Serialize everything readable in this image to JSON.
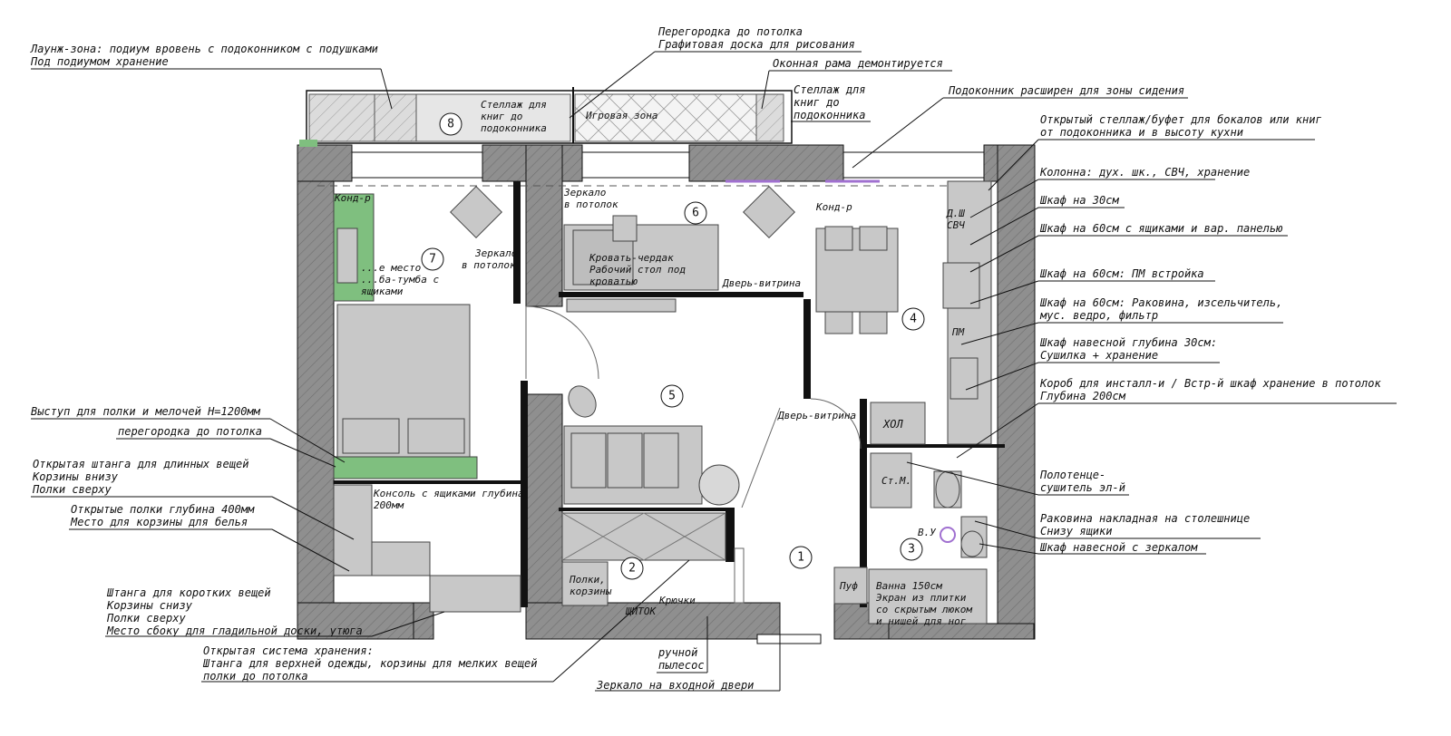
{
  "colors": {
    "wall": "#8f8f8f",
    "furniture": "#c8c8c8",
    "green_accent": "#7fbf7f",
    "purple_accent": "#a070d0",
    "line": "#111111"
  },
  "rooms": [
    {
      "id": "1",
      "label": "1"
    },
    {
      "id": "2",
      "label": "2"
    },
    {
      "id": "3",
      "label": "3"
    },
    {
      "id": "4",
      "label": "4"
    },
    {
      "id": "5",
      "label": "5"
    },
    {
      "id": "6",
      "label": "6"
    },
    {
      "id": "7",
      "label": "7"
    },
    {
      "id": "8",
      "label": "8"
    }
  ],
  "callouts": {
    "lounge": [
      "Лаунж-зона: подиум вровень с подоконником с подушками",
      "Под подиумом хранение"
    ],
    "partition_board": [
      "Перегородка до потолка",
      "Графитовая доска для рисования"
    ],
    "window_frame": "Оконная рама демонтируется",
    "shelf_window": [
      "Стеллаж для",
      "книг до",
      "подоконника"
    ],
    "sill": "Подоконник расширен для зоны сидения",
    "open_rack": [
      "Открытый стеллаж/буфет для бокалов или книг",
      "от подоконника и в высоту кухни"
    ],
    "column": "Колонна: дух. шк., СВЧ, хранение",
    "cab30": "Шкаф на 30см",
    "cab60_drawers": "Шкаф на 60см с ящиками и вар. панелью",
    "cab60_dw": "Шкаф на 60см: ПМ встройка",
    "cab60_sink": [
      "Шкаф на 60см: Раковина, изсельчитель,",
      "мус. ведро, фильтр"
    ],
    "cab_wall": [
      "Шкаф навесной глубина 30см:",
      "Сушилка + хранение"
    ],
    "box_install": [
      "Короб для инсталл-и / Встр-й шкаф хранение в потолок",
      "Глубина 200см"
    ],
    "towel": [
      "Полотенце-",
      "сушитель эл-й"
    ],
    "sink_counter": [
      "Раковина накладная на столешнице",
      "Снизу ящики"
    ],
    "mirror_cab": "Шкаф навесной с зеркалом",
    "ledge": "Выступ для полки и мелочей H=1200мм",
    "partition_ceiling": "перегородка до потолка",
    "open_rod": [
      "Открытая штанга для длинных вещей",
      "Корзины внизу",
      "Полки сверху"
    ],
    "open_shelves": [
      "Открытые полки глубина 400мм",
      "Место для корзины для белья"
    ],
    "short_rod": [
      "Штанга для коротких вещей",
      "Корзины снизу",
      "Полки сверху",
      "Место сбоку для гладильной доски, утюга"
    ],
    "open_storage": [
      "Открытая система хранения:",
      "Штанга для верхней одежды, корзины для мелких вещей",
      "полки до потолка"
    ],
    "vacuum": [
      "ручной",
      "пылесос"
    ],
    "door_mirror": "Зеркало на входной двери"
  },
  "room_labels": {
    "shelf_books": [
      "Стеллаж для",
      "книг до",
      "подоконника"
    ],
    "play_zone": "Игровая зона",
    "kond_left": "Конд-р",
    "kond_right": "Конд-р",
    "mirror_ceiling_7": [
      "Зеркало",
      "в потолок"
    ],
    "mirror_ceiling_6": [
      "Зеркало",
      "в потолок"
    ],
    "workplace": [
      "...е место",
      "...ба-тумба с",
      "ящиками"
    ],
    "loft_bed": [
      "Кровать-чердак",
      "Рабочий стол под",
      "кроватью"
    ],
    "door_vitrina_top": "Дверь-витрина",
    "door_vitrina_mid": "Дверь-витрина",
    "dsh": "Д.Ш",
    "svch": "СВЧ",
    "pm": "ПМ",
    "hol": "ХОЛ",
    "stm": "Ст.М.",
    "vu": "В.У",
    "console": [
      "Консоль с ящиками глубина",
      "200мм"
    ],
    "shelves_baskets": [
      "Полки,",
      "корзины"
    ],
    "shchitok": "ЩИТОК",
    "hooks": "Крючки",
    "puf": "Пуф",
    "bath": [
      "Ванна 150см",
      "Экран из плитки",
      "со скрытым люком",
      "и нишей для ног"
    ]
  }
}
